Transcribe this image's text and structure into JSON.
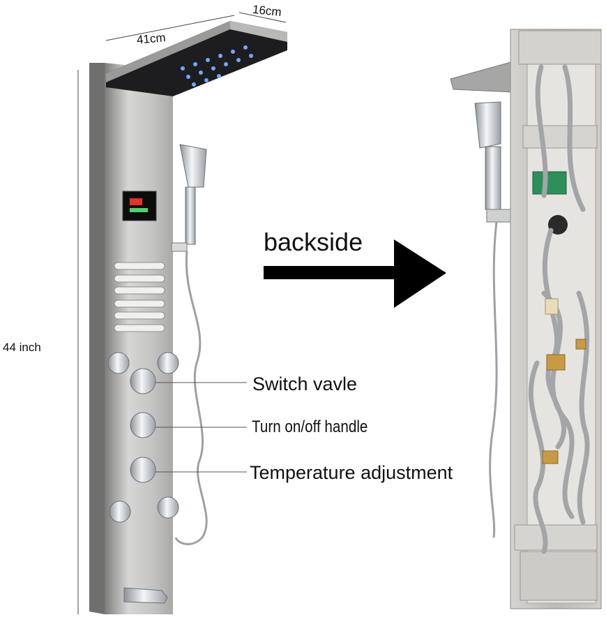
{
  "dimensions": {
    "width_label": "41cm",
    "depth_label": "16cm",
    "height_label": "44 inch"
  },
  "arrow": {
    "label": "backside"
  },
  "callouts": [
    {
      "label": "Switch vavle"
    },
    {
      "label": "Turn on/off handle"
    },
    {
      "label": "Temperature adjustment"
    }
  ],
  "colors": {
    "panel": "#c8c8c6",
    "panel_dark": "#8a8a88",
    "frame": "#b9b7b3",
    "hose": "#a3a5a8",
    "brass": "#c79a45",
    "arrow": "#000000"
  }
}
